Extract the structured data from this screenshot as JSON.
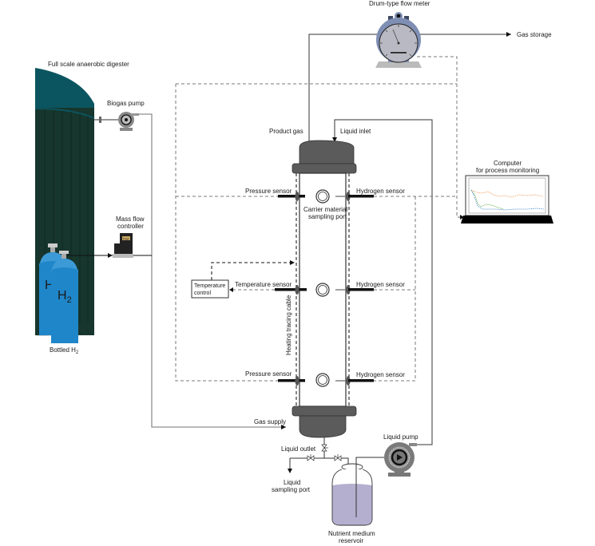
{
  "diagram": {
    "title": "Hydrogen biomethanation trickle-bed reactor setup",
    "labels": {
      "digester": "Full scale anaerobic digester",
      "biogas_pump": "Biogas pump",
      "mass_flow_controller_line1": "Mass flow",
      "mass_flow_controller_line2": "controller",
      "mfc_display": "Flow",
      "bottled_h2": "Bottled H",
      "bottled_h2_sub": "2",
      "cylinder_text": "H",
      "cylinder_text_sub": "2",
      "flow_meter": "Drum-type flow meter",
      "gas_storage": "Gas storage",
      "product_gas": "Product gas",
      "liquid_inlet": "Liquid inlet",
      "computer_line1": "Computer",
      "computer_line2": "for process monitoring",
      "pressure_sensor_top": "Pressure sensor",
      "pressure_sensor_bottom": "Pressure sensor",
      "temperature_sensor": "Temperature sensor",
      "temperature_control_line1": "Temperature",
      "temperature_control_line2": "control",
      "hydrogen_sensor_top": "Hydrogen sensor",
      "hydrogen_sensor_mid": "Hydrogen sensor",
      "hydrogen_sensor_bottom": "Hydrogen sensor",
      "carrier_port_line1": "Carrier material",
      "carrier_port_line2": "sampling port",
      "heating_cable": "Heating tracing cable",
      "gas_supply": "Gas supply",
      "liquid_pump": "Liquid pump",
      "liquid_outlet": "Liquid outlet",
      "liquid_sampling_line1": "Liquid",
      "liquid_sampling_line2": "sampling port",
      "reservoir_line1": "Nutrient medium",
      "reservoir_line2": "reservoir"
    },
    "colors": {
      "digester_roof": "#0b5560",
      "digester_wall": "#17362d",
      "cylinder": "#1f86c9",
      "cylinder_top": "#3c9ad6",
      "reactor_cap": "#5b5b5b",
      "flow_meter_body": "#7f8fb4",
      "flow_meter_face": "#b9b9c3",
      "reservoir_liquid": "#b4afcf",
      "monitor_orange": "#f0a060",
      "monitor_green": "#70b050",
      "monitor_blue": "#4a90d0"
    }
  }
}
